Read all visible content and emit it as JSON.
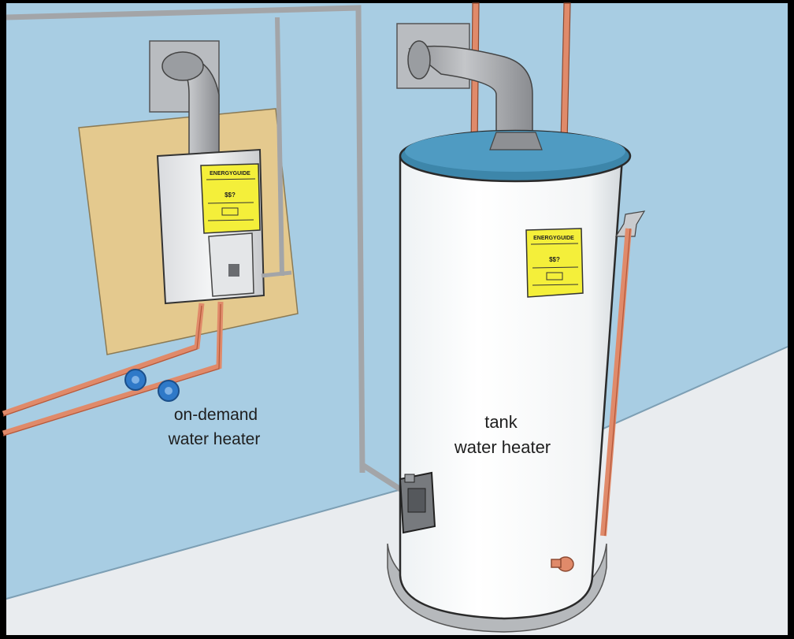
{
  "labels": {
    "on_demand_line1": "on-demand",
    "on_demand_line2": "water heater",
    "tank_line1": "tank",
    "tank_line2": "water heater"
  },
  "energy_guide": {
    "title": "ENERGYGUIDE",
    "value": "$$?"
  },
  "colors": {
    "wall": "#a8cde3",
    "floor": "#e9ecef",
    "panel": "#e4c98e",
    "tank_body": "#ffffff",
    "tank_top": "#3d86aa",
    "label_yellow": "#f4ef3a",
    "copper": "#e08a6a",
    "valve": "#2f79c8",
    "vent": "#a7a9ac",
    "outline": "#2a2a2a"
  }
}
